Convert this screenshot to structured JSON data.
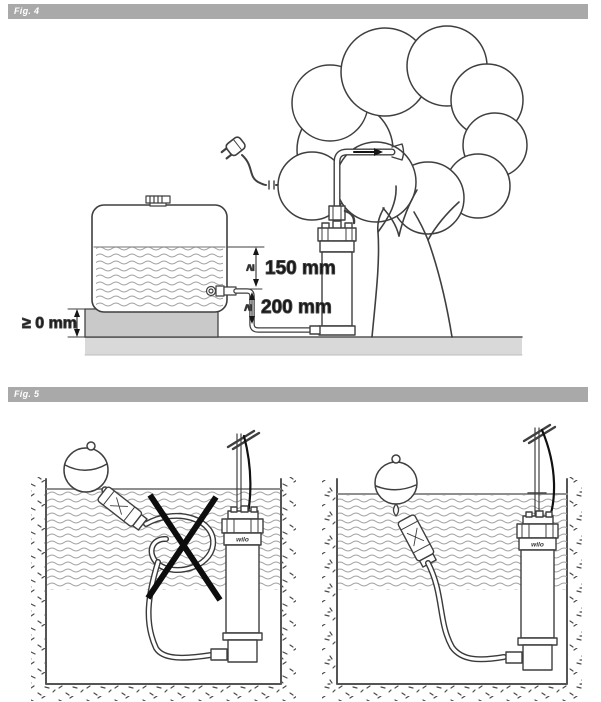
{
  "fig4": {
    "label": "Fig. 4",
    "dims": {
      "d150": {
        "symbol": "≥",
        "value": "150 mm"
      },
      "d200": {
        "symbol": "≥",
        "value": "200 mm"
      },
      "d0": {
        "text": "≥ 0 mm"
      }
    }
  },
  "fig5": {
    "label": "Fig. 5",
    "pump_brand": "wilo"
  },
  "colors": {
    "caption_bar": "#a9a9a9",
    "caption_text": "#ffffff",
    "line": "#3f3f3f",
    "ground_fill": "#d9d9d9",
    "plinth_fill": "#c9c9c9",
    "water_wave": "#a0a0a0",
    "cross_out": "#0d0d0d"
  }
}
